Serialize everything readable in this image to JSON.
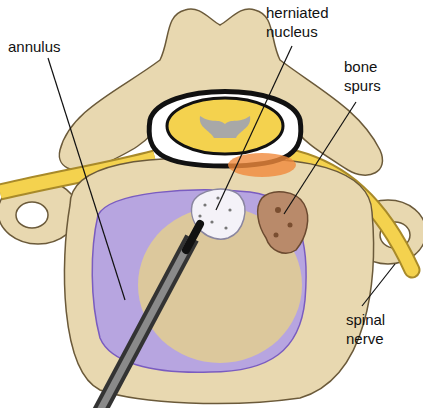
{
  "diagram": {
    "labels": [
      "annulus",
      "herniated nucleus",
      "bone spurs",
      "spinal nerve"
    ]
  }
}
